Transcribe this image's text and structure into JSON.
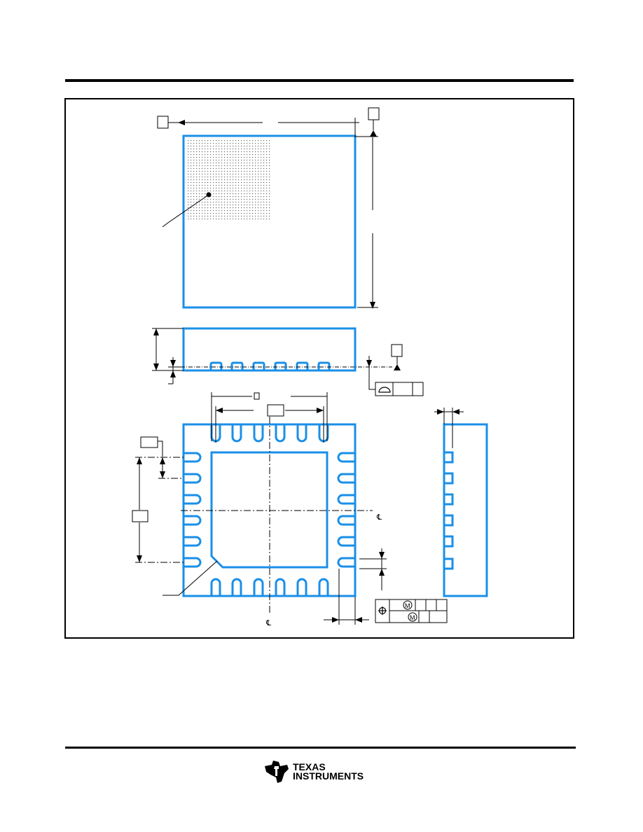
{
  "drawing": {
    "centerline_symbol": "℄",
    "modifier_symbol": "M",
    "colors": {
      "outline": "#1a8fe8",
      "dimension": "#000000",
      "background": "#ffffff"
    },
    "icons": [
      "profile-of-surface-icon",
      "position-icon",
      "pin1-dot-icon"
    ]
  },
  "footer": {
    "logo_line1": "TEXAS",
    "logo_line2": "INSTRUMENTS"
  }
}
